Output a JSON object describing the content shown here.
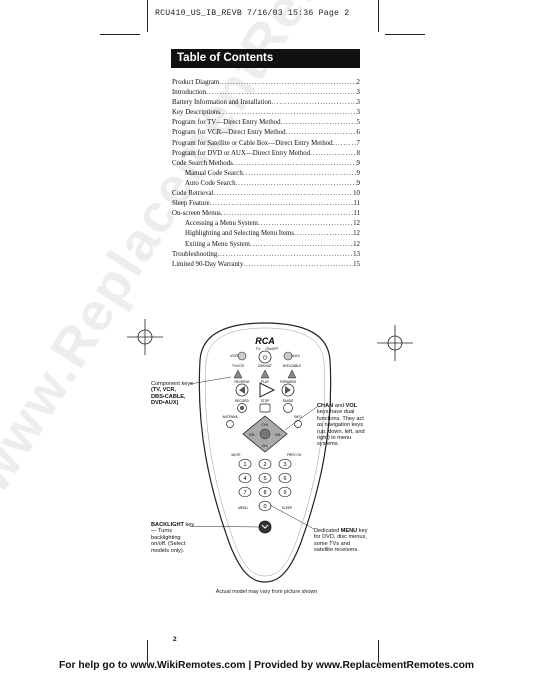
{
  "print_header": "RCU410_US_IB_REVB  7/16/03  15:36  Page 2",
  "toc": {
    "title": "Table of Contents",
    "entries": [
      {
        "title": "Product Diagram",
        "page": "2",
        "sub": false
      },
      {
        "title": "Introduction",
        "page": "3",
        "sub": false
      },
      {
        "title": "Battery Information and Installation",
        "page": "3",
        "sub": false
      },
      {
        "title": "Key Descriptions",
        "page": "3",
        "sub": false
      },
      {
        "title": "Program for TV—Direct Entry Method",
        "page": "5",
        "sub": false
      },
      {
        "title": "Program for VCR—Direct Entry Method",
        "page": "6",
        "sub": false
      },
      {
        "title": "Program for Satellite or Cable Box—Direct Entry Method",
        "page": "7",
        "sub": false
      },
      {
        "title": "Program for DVD or AUX—Direct Entry Method",
        "page": "8",
        "sub": false
      },
      {
        "title": "Code Search Methods",
        "page": "9",
        "sub": false
      },
      {
        "title": "Manual Code Search",
        "page": "9",
        "sub": true
      },
      {
        "title": "Auto Code Search",
        "page": "9",
        "sub": true
      },
      {
        "title": "Code Retrieval",
        "page": "10",
        "sub": false
      },
      {
        "title": "Sleep Feature",
        "page": "11",
        "sub": false
      },
      {
        "title": "On-screen Menus",
        "page": "11",
        "sub": false
      },
      {
        "title": "Accessing a Menu System",
        "page": "12",
        "sub": true
      },
      {
        "title": "Highlighting and Selecting Menu Items",
        "page": "12",
        "sub": true
      },
      {
        "title": "Exiting a Menu System",
        "page": "12",
        "sub": true
      },
      {
        "title": "Troubleshooting",
        "page": "13",
        "sub": false
      },
      {
        "title": "Limited 90-Day Warranty",
        "page": "15",
        "sub": false
      }
    ]
  },
  "remote": {
    "brand": "RCA",
    "top_labels": [
      "VCR",
      "TV",
      "ON•OFF",
      "AUX"
    ],
    "device_labels": [
      "TV•VCR",
      "DBS•SAT",
      "DVD•CABLE"
    ],
    "transport_labels": [
      "REVERSE",
      "PLAY",
      "FORWARD",
      "RECORD",
      "STOP",
      "PAUSE"
    ],
    "side_labels": [
      "ANTENNA",
      "INFO"
    ],
    "nav_labels": [
      "CH+",
      "CH-",
      "VOL",
      "VOL"
    ],
    "lower_labels": [
      "MUTE",
      "PREV CH"
    ],
    "digits": [
      "1",
      "2",
      "3",
      "4",
      "5",
      "6",
      "7",
      "8",
      "9",
      "0"
    ],
    "bottom_labels": [
      "MENU",
      "SLEEP"
    ]
  },
  "callouts": {
    "component_keys": {
      "lead": "Component keys",
      "bold": "(TV, VCR, DBS•CABLE, DVD•AUX)"
    },
    "chan_vol": {
      "k1": "CHAN",
      "and": " and ",
      "k2": "VOL",
      "rest": " keys have dual functions. They act as navigation keys (up, down, left, and right) in menu systems."
    },
    "backlight": {
      "key": "BACKLIGHT",
      "rest": " key— Turns backlighting on/off. (Select models only)."
    },
    "menu": {
      "lead": "Dedicated ",
      "key": "MENU",
      "rest": " key for DVD, disc menus, some TVs and satellite receivers."
    }
  },
  "caption": "Actual model may vary from picture shown",
  "page_number": "2",
  "footer": "For help go to www.WikiRemotes.com | Provided by www.ReplacementRemotes.com",
  "watermark": "www.ReplacementRemotes.com"
}
